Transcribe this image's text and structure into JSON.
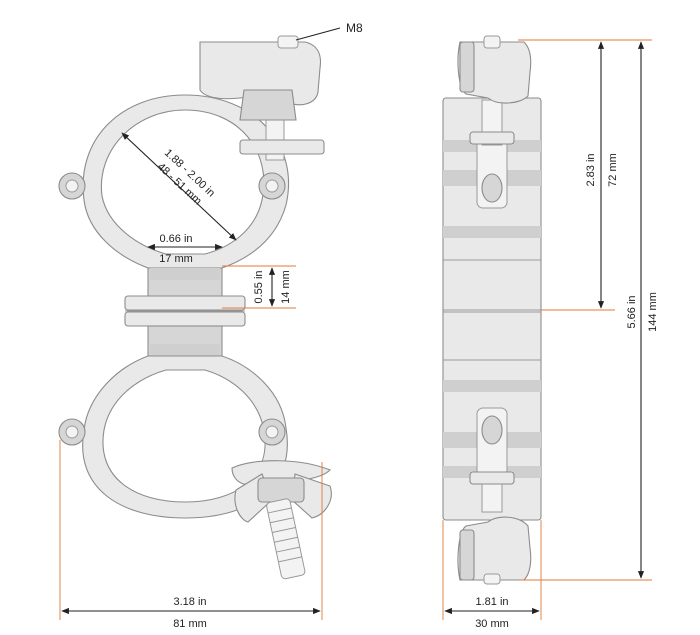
{
  "diagram": {
    "bolt_label": "M8",
    "tube_diameter": {
      "inches": "1.88 - 2.00 in",
      "mm": "48 - 51 mm"
    },
    "slot_width": {
      "inches": "0.66 in",
      "mm": "17 mm"
    },
    "slot_height": {
      "inches": "0.55 in",
      "mm": "14 mm"
    },
    "half_height": {
      "inches": "2.83 in",
      "mm": "72 mm"
    },
    "total_height": {
      "inches": "5.66 in",
      "mm": "144 mm"
    },
    "front_width": {
      "inches": "3.18 in",
      "mm": "81 mm"
    },
    "side_width": {
      "inches": "1.81 in",
      "mm": "30 mm"
    },
    "colors": {
      "leader": "#e07a3a",
      "dimension": "#222222",
      "metal": "#e9e9e9",
      "outline": "#8c8c8c"
    }
  }
}
